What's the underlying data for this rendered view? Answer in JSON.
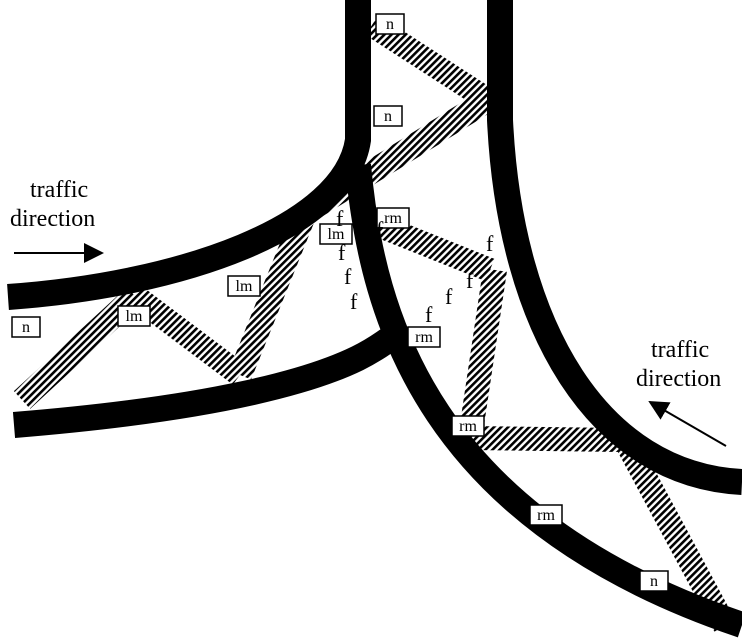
{
  "colors": {
    "road": "#000000",
    "background": "#ffffff",
    "member_hatch": "diagonal black/white hatching"
  },
  "direction_labels": {
    "left": {
      "line1": "traffic",
      "line2": "direction",
      "arrow": "right-arrow"
    },
    "right": {
      "line1": "traffic",
      "line2": "direction",
      "arrow": "up-left-arrow"
    }
  },
  "boxes": {
    "n1": "n",
    "n2": "n",
    "n3": "n",
    "n4": "n",
    "rm1": "rm",
    "rm2": "rm",
    "rm3": "rm",
    "rm4": "rm",
    "lm1": "lm",
    "lm2": "lm",
    "lm3": "lm"
  },
  "f_labels": [
    "f",
    "f",
    "f",
    "f",
    "f",
    "f",
    "f",
    "f",
    "f"
  ]
}
